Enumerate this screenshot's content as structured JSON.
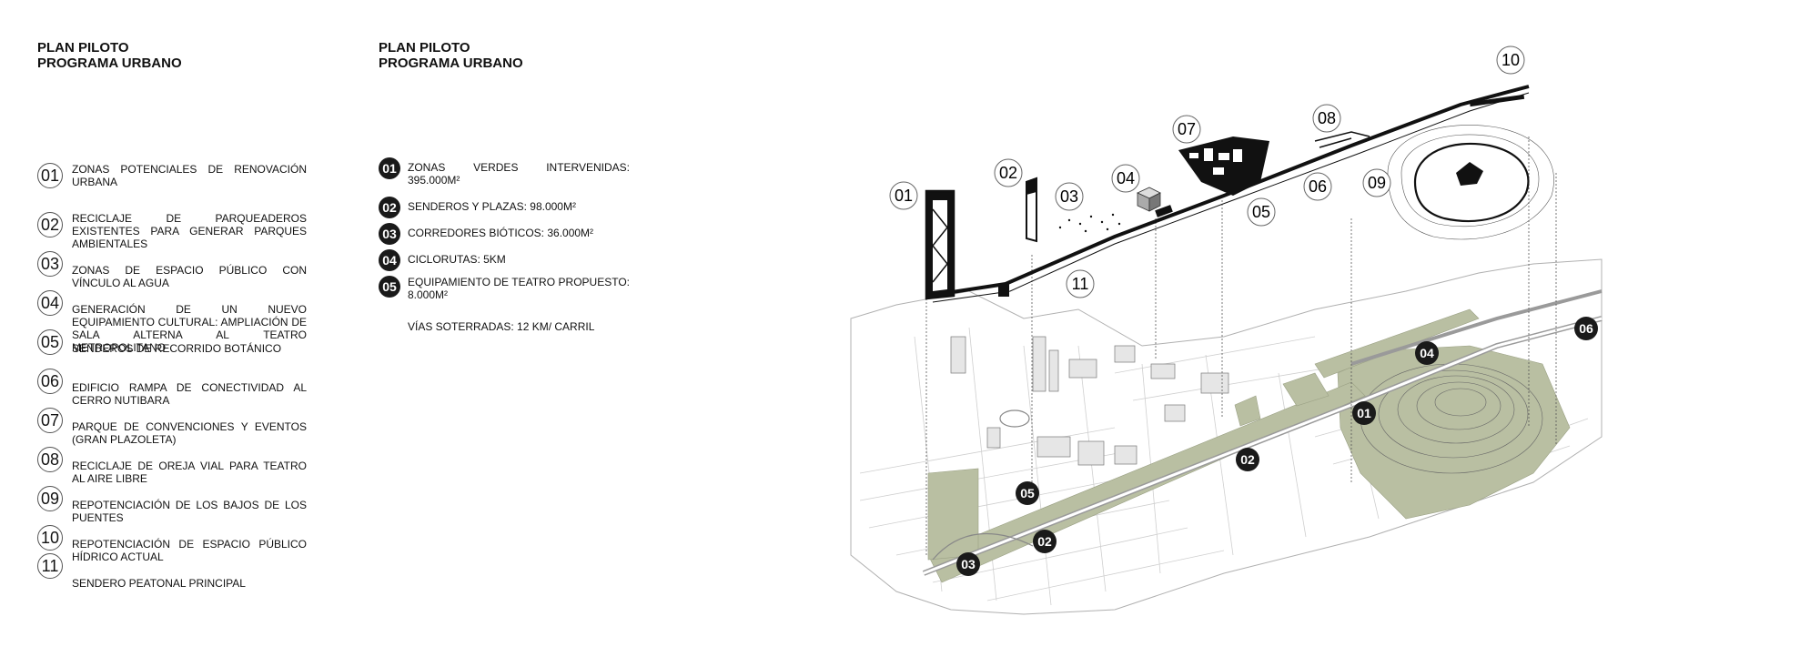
{
  "left_panel": {
    "title_line1": "PLAN PILOTO",
    "title_line2": "PROGRAMA URBANO",
    "items": [
      {
        "num": "01",
        "text": "ZONAS POTENCIALES DE RENOVACIÓN URBANA"
      },
      {
        "num": "02",
        "text": "RECICLAJE DE PARQUEADEROS EXISTENTES PARA GENERAR PARQUES AMBIENTALES"
      },
      {
        "num": "03",
        "text": "ZONAS DE ESPACIO PÚBLICO CON VÍNCULO AL AGUA"
      },
      {
        "num": "04",
        "text": "GENERACIÓN DE UN NUEVO EQUIPAMIENTO CULTURAL: AMPLIACIÓN DE SALA ALTERNA AL TEATRO METROPOLITANO"
      },
      {
        "num": "05",
        "text": "SENDEROS DE RECORRIDO BOTÁNICO"
      },
      {
        "num": "06",
        "text": "EDIFICIO RAMPA DE CONECTIVIDAD AL CERRO NUTIBARA"
      },
      {
        "num": "07",
        "text": "PARQUE DE CONVENCIONES Y EVENTOS (GRAN PLAZOLETA)"
      },
      {
        "num": "08",
        "text": "RECICLAJE DE OREJA VIAL PARA TEATRO AL AIRE LIBRE"
      },
      {
        "num": "09",
        "text": "REPOTENCIACIÓN DE LOS BAJOS DE LOS PUENTES"
      },
      {
        "num": "10",
        "text": "REPOTENCIACIÓN DE ESPACIO PÚBLICO HÍDRICO ACTUAL"
      },
      {
        "num": "11",
        "text": "SENDERO PEATONAL PRINCIPAL"
      }
    ]
  },
  "mid_panel": {
    "title_line1": "PLAN PILOTO",
    "title_line2": "PROGRAMA URBANO",
    "items": [
      {
        "num": "01",
        "text": "ZONAS VERDES INTERVENIDAS: 395.000M²"
      },
      {
        "num": "02",
        "text": "SENDEROS Y PLAZAS: 98.000M²"
      },
      {
        "num": "03",
        "text": "CORREDORES BIÓTICOS: 36.000M²"
      },
      {
        "num": "04",
        "text": "CICLORUTAS: 5KM"
      },
      {
        "num": "05",
        "text": "EQUIPAMIENTO DE TEATRO PROPUESTO: 8.000M²"
      }
    ],
    "note": "VÍAS SOTERRADAS: 12 KM/ CARRIL"
  },
  "map": {
    "upper_markers": [
      "01",
      "02",
      "03",
      "04",
      "05",
      "06",
      "07",
      "08",
      "09",
      "10",
      "11"
    ],
    "lower_markers": [
      "01",
      "02",
      "02",
      "03",
      "04",
      "05",
      "06"
    ],
    "colors": {
      "green": "#b9bfa2",
      "ink": "#111111",
      "line": "#8a8a8a"
    }
  }
}
